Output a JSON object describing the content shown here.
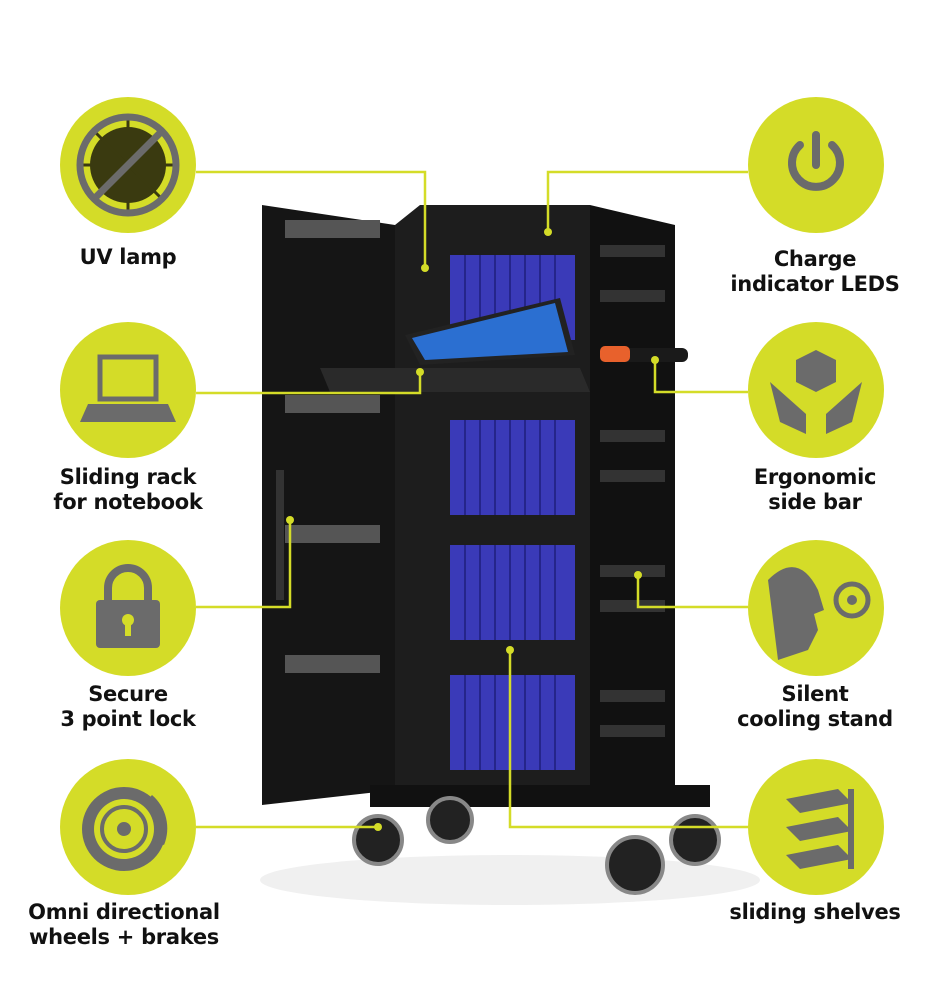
{
  "colors": {
    "accent": "#d4dc28",
    "icon": "#6b6b6b",
    "cabinet": "#1a1a1a",
    "device": "#3a3ab8",
    "handle": "#e8612c"
  },
  "features": [
    {
      "id": "uv",
      "label_lines": [
        "UV lamp"
      ],
      "icon": "virus-crossed-icon"
    },
    {
      "id": "rack",
      "label_lines": [
        "Sliding rack",
        "for notebook"
      ],
      "icon": "laptop-icon"
    },
    {
      "id": "lock",
      "label_lines": [
        "Secure",
        "3 point lock"
      ],
      "icon": "padlock-icon"
    },
    {
      "id": "wheels",
      "label_lines": [
        "Omni directional",
        "wheels  + brakes"
      ],
      "icon": "brake-disc-icon"
    },
    {
      "id": "leds",
      "label_lines": [
        "Charge",
        "indicator LEDS"
      ],
      "icon": "power-icon"
    },
    {
      "id": "sidebar",
      "label_lines": [
        "Ergonomic",
        "side bar"
      ],
      "icon": "hands-box-icon"
    },
    {
      "id": "cooling",
      "label_lines": [
        "Silent",
        "cooling stand"
      ],
      "icon": "face-fan-icon"
    },
    {
      "id": "shelves",
      "label_lines": [
        "sliding shelves"
      ],
      "icon": "shelves-icon"
    }
  ]
}
